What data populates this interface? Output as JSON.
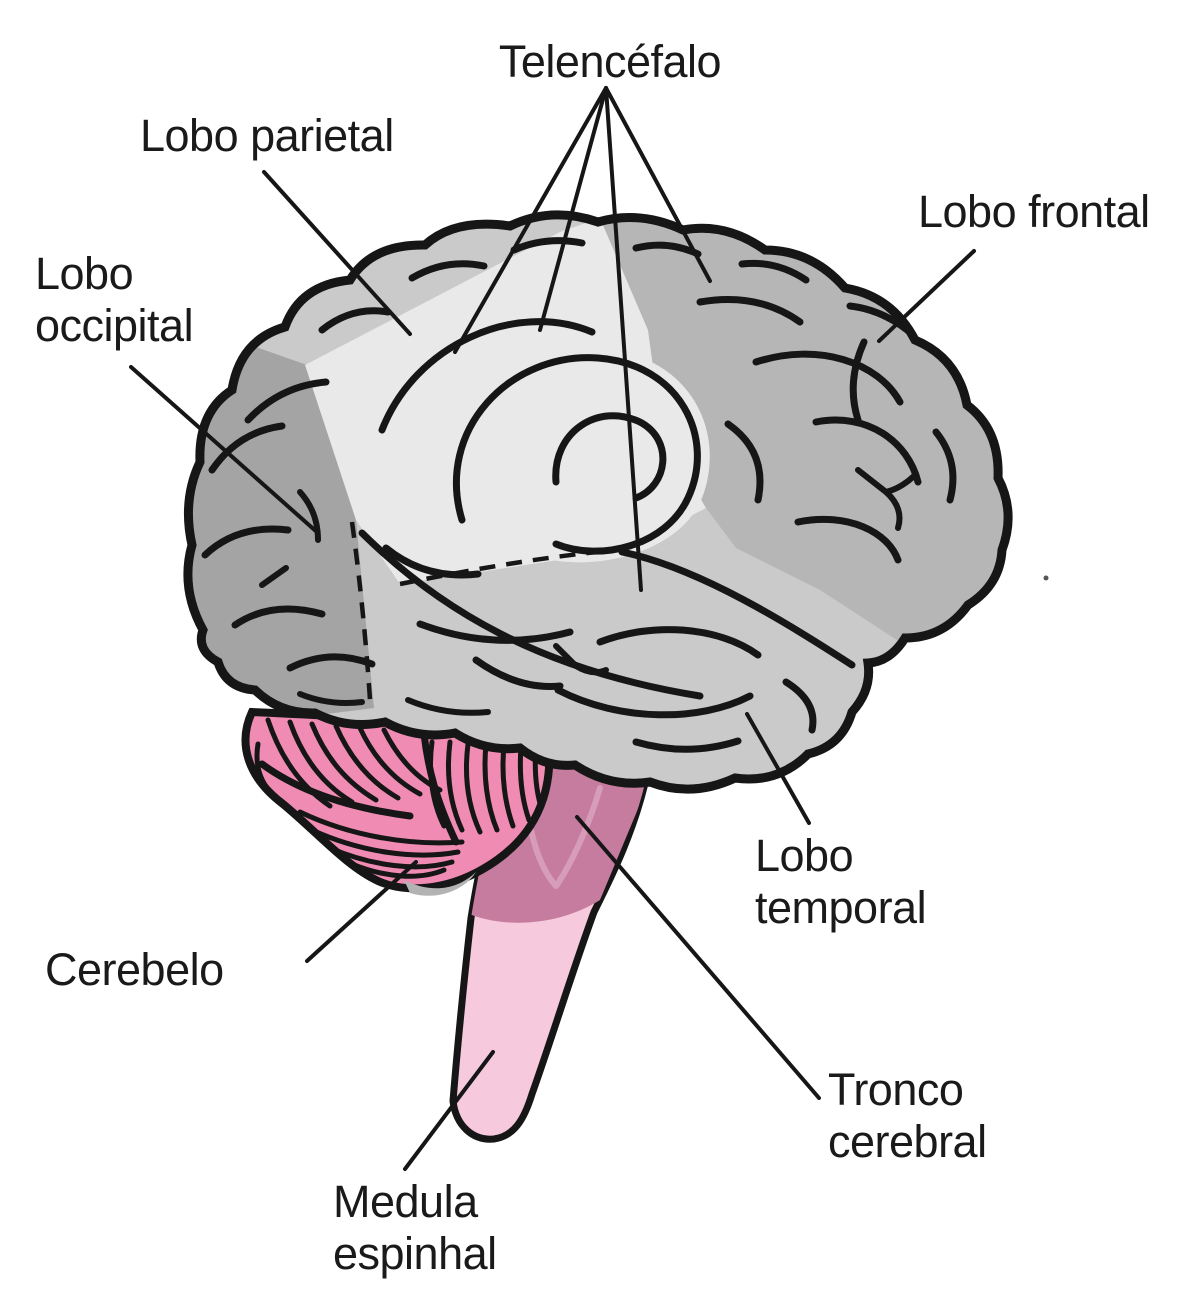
{
  "figure": {
    "title": "Telencéfalo",
    "labels": {
      "telencefalo": "Telencéfalo",
      "lobo_parietal": "Lobo parietal",
      "lobo_frontal": "Lobo frontal",
      "lobo_occipital": "Lobo\noccipital",
      "lobo_temporal": "Lobo\ntemporal",
      "cerebelo": "Cerebelo",
      "tronco_cerebral": "Tronco\ncerebral",
      "medula_espinhal": "Medula\nespinhal"
    },
    "colors": {
      "background": "#ffffff",
      "outline": "#161616",
      "label_text": "#1a1a1a",
      "lobo_parietal": "#e9e9e9",
      "lobo_frontal": "#b6b6b6",
      "lobo_occipital": "#a4a4a4",
      "lobo_temporal": "#cacaca",
      "cerebelo": "#f08cb4",
      "tronco_cerebral": "#c67c9e",
      "medula_espinhal": "#f6c9dc"
    }
  }
}
